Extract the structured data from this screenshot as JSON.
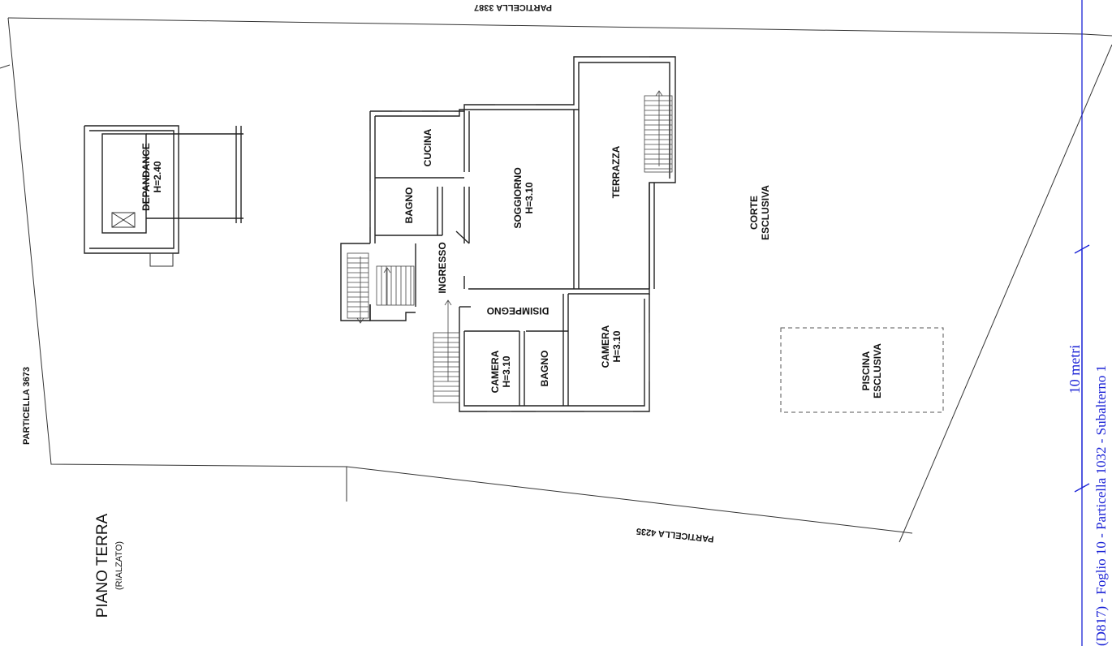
{
  "plan": {
    "rooms": {
      "cucina": "CUCINA",
      "bagno_1": "BAGNO",
      "soggiorno_name": "SOGGIORNO",
      "soggiorno_height": "H=3.10",
      "terrazza": "TERRAZZA",
      "ingresso": "INGRESSO",
      "disimpegno": "DISIMPEGNO",
      "camera_1_name": "CAMERA",
      "camera_1_height": "H=3.10",
      "bagno_2": "BAGNO",
      "camera_2_name": "CAMERA",
      "camera_2_height": "H=3.10",
      "dependance_name": "DEPANDANCE",
      "dependance_height": "H=2.40"
    },
    "areas": {
      "corte_1": "CORTE",
      "corte_2": "ESCLUSIVA",
      "piscina_1": "PISCINA",
      "piscina_2": "ESCLUSIVA"
    },
    "parcels": {
      "top": "PARTICELLA 3387",
      "left": "PARTICELLA 3673",
      "bottom": "PARTICELLA 4235"
    },
    "floor": {
      "title": "PIANO TERRA",
      "subtitle": "(RIALZATO)"
    },
    "scale": {
      "label": "10 metri"
    },
    "footer": {
      "text": "(D817) - Foglio 10 - Particella 1032 - Subalterno 1"
    }
  }
}
